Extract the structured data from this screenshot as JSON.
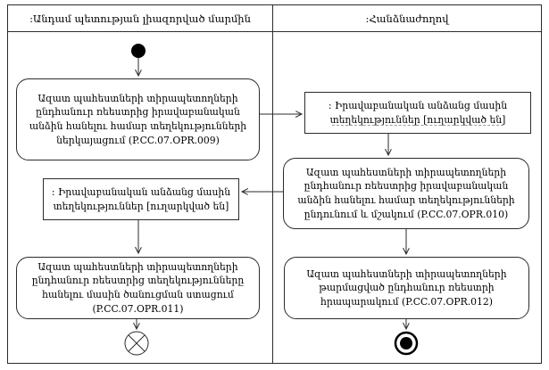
{
  "lanes": {
    "left": ":Անդամ պետության լիազորված մարմին",
    "right": ":Հանձնաժողով"
  },
  "nodes": {
    "opr009": {
      "label": "Ազատ պահեստների տիրապետողների ընդհանուր ռեեստրից իրավաբանական անձին հանելու համար տեղեկությունների ներկայացում (P.CC.07.OPR.009)"
    },
    "info_sent_right": {
      "label": ": Իրավաբանական անձանց մասին տեղեկություններ [ուղարկված են]"
    },
    "opr010": {
      "label": "Ազատ պահեստների տիրապետողների ընդհանուր ռեեստրից իրավաբանական անձին հանելու համար տեղեկությունների ընդունում և մշակում (P.CC.07.OPR.010)"
    },
    "info_sent_left": {
      "label": ": Իրավաբանական անձանց մասին տեղեկություններ [ուղարկված են]"
    },
    "opr011": {
      "label": "Ազատ պահեստների տիրապետողների ընդհանուր ռեեստրից տեղեկությունները հանելու մասին ծանուցման ստացում (P.CC.07.OPR.011)"
    },
    "opr012": {
      "label": "Ազատ պահեստների տիրապետողների թարմացված ընդհանուր ռեեստրի հրապարակում (P.CC.07.OPR.012)"
    }
  },
  "colors": {
    "line": "#2b2b2b",
    "background": "#ffffff"
  }
}
